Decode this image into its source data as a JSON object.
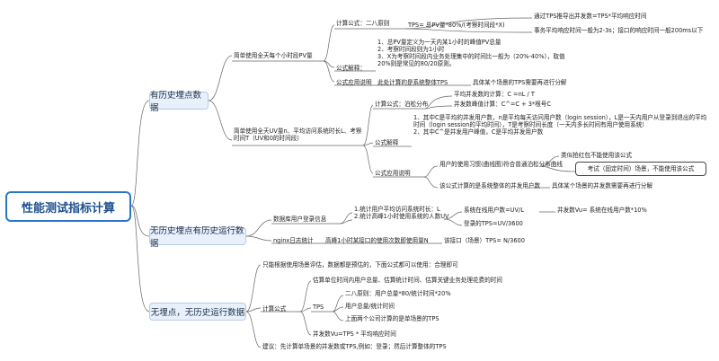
{
  "root": "性能测试指标计算",
  "b1": {
    "history_buried": "有历史埋点数据",
    "no_history_has_log": "无历史埋点有历史运行数据",
    "no_buried_no_history": "无埋点，无历史运行数据"
  },
  "pv": {
    "branch": "简单使用全天每个小时段PV量",
    "calc_label": "计算公式：二八原则",
    "tps_formula": "TPS= 总PV量*80%/(考察时间段*X)",
    "tps_hint1": "通过TPS推导出并发数=TPS*平均响应时间",
    "tps_hint2": "事务平均响应时间一般为2-3s；接口的响应时间一般200ms以下",
    "explain_label": "公式解释：",
    "explain_text": "1、总PV量定义为一天内某1小时的峰值PV总量\n2、考察时间段则为1小时\n3、X为考察时间段内业务处理集中的时间比一般为（20%-40%），取值20%则是常见的80/20原则。",
    "usage_label": "公式应用说明",
    "usage_text": "此处计算的是系统整体TPS",
    "usage_text2": "具体某个场景的TPS需要再进行分解"
  },
  "uv": {
    "branch": "简单使用全天UV量n、平均访问系统时长L、考察时间T（UV和0的时间段）",
    "calc_label": "计算公式：泊松分布",
    "avg_concurrent": "平均并发数的计算：C =nL / T",
    "peak_concurrent": "并发数峰值计算：C^=C + 3*根号C",
    "explain_label": "公式解释",
    "explain_text": "1、其中C是平均的并发用户数，n是平均每天访问用户数（login session），L是一天内用户从登录到退出的平均时间（login session的平均时间），T是考察时间长度（一天内多长时间有用户使用系统）\n2、其中C^是并发用户峰值，C是平均并发用户数",
    "usage_label": "公式应用说明",
    "usage_text1": "用户的使用习惯(曲线图)符合普通泊松分布曲线",
    "usage_text1a": "类似抢红包不能使用该公式",
    "usage_text1b": "考试（固定时间）场景，不能使用该公式",
    "usage_text2": "该公式计算的是系统整体的并发用户数",
    "usage_text3": "具体某个场景的并发数需要再进行分解"
  },
  "log": {
    "db_label": "数据库用户登录信息",
    "db_text": "1.统计用户平均访问系统时长：L\n2.统计高峰1小时使用系统的人数UV",
    "vu_online": "系统在线用户数=UV/L",
    "vu_formula": "并发数Vu= 系统在线用户数*10%",
    "login_tps": "登录的TPS=UV/3600",
    "nginx_label": "nginx日志统计",
    "nginx_text": "高峰1小时某接口的使用次数即使用量N",
    "nginx_tps": "该接口（场景）TPS= N/3600"
  },
  "none": {
    "intro": "只能根据使用场景评估，数据都是预估的，下面公式都可以使用：合理即可",
    "calc_label": "计算公式",
    "estimate_text": "估算单位时间内用户总量、估算统计时间、估算关键业务处理花费的时间",
    "tps_label": "TPS",
    "rule_2080": "二八原则：用户总量*80/统计时间*20%",
    "total_over_time": "用户总量/统计时间",
    "company_tps": "上面两个公司计算的是单场景的TPS",
    "vu_formula": "并发数Vu=TPS * 平均响应时间",
    "suggestion": "建议：先计算单场景的并发数或TPS,例如：登录；然后计算整体的TPS"
  }
}
